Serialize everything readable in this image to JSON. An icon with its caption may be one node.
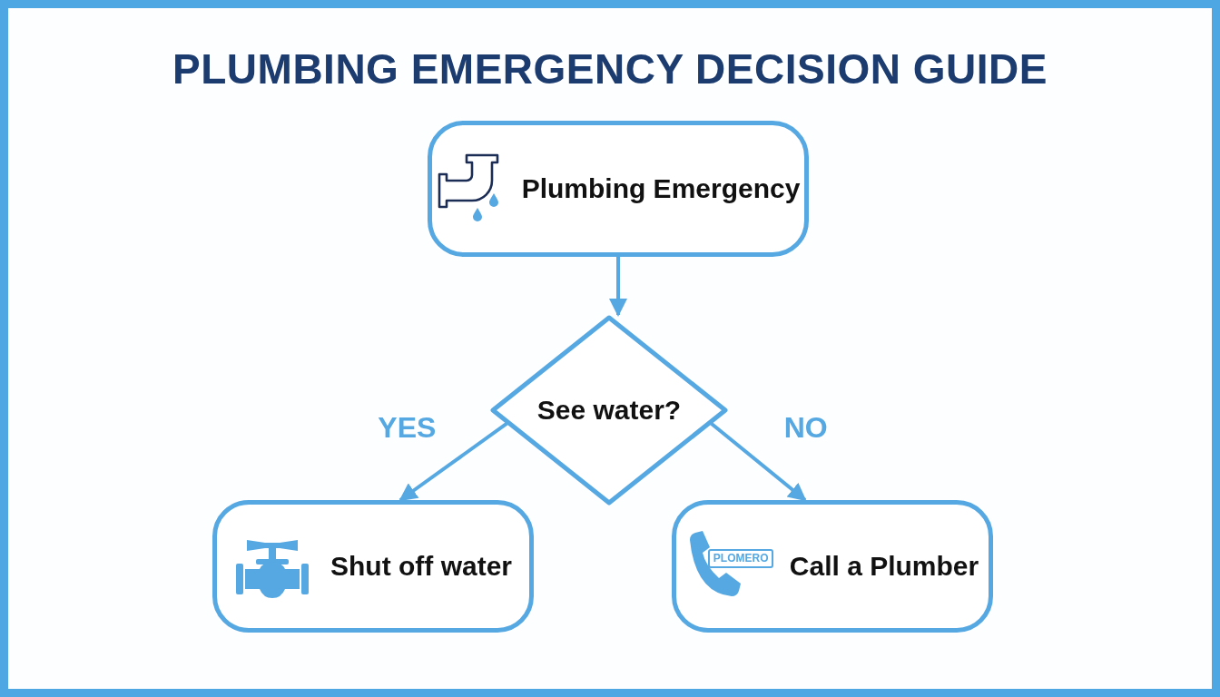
{
  "diagram": {
    "title": "PLUMBING EMERGENCY DECISION GUIDE",
    "nodes": [
      {
        "text": [
          "Plumbing Emergency"
        ]
      },
      {
        "text": [
          "See water?"
        ]
      },
      {
        "text": [
          "Shut off water"
        ]
      },
      {
        "text": [
          "Call a Plumber"
        ]
      }
    ],
    "edges": [
      {
        "from": 0,
        "to": 1,
        "arrow": "to"
      },
      {
        "from": 1,
        "to": 2,
        "arrow": "to",
        "label": "YES"
      },
      {
        "from": 1,
        "to": 3,
        "arrow": "to",
        "label": "NO"
      }
    ],
    "labels": [
      "PLOMERO"
    ]
  }
}
